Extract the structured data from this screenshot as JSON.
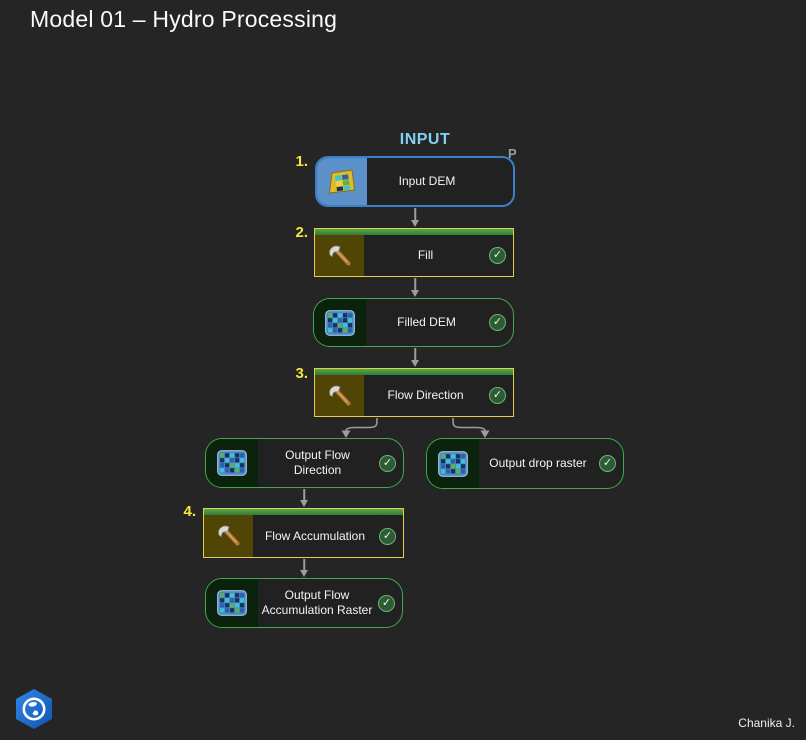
{
  "title": "Model 01 – Hydro Processing",
  "credit": "Chanika J.",
  "heading": {
    "input": "INPUT"
  },
  "badges": {
    "parameter": "P",
    "check_glyph": "✓"
  },
  "steps": {
    "s1": "1.",
    "s2": "2.",
    "s3": "3.",
    "s4": "4."
  },
  "nodes": {
    "input_dem": {
      "label": "Input DEM",
      "kind": "input-variable",
      "icon": "layer-grid-icon",
      "is_parameter": true
    },
    "fill": {
      "label": "Fill",
      "kind": "tool",
      "icon": "hammer-icon",
      "status": "completed"
    },
    "filled_dem": {
      "label": "Filled DEM",
      "kind": "derived-data",
      "icon": "raster-grid-icon",
      "status": "completed"
    },
    "flow_direction": {
      "label": "Flow Direction",
      "kind": "tool",
      "icon": "hammer-icon",
      "status": "completed"
    },
    "output_flow_direction": {
      "label": "Output Flow Direction",
      "kind": "derived-data",
      "icon": "raster-grid-icon",
      "status": "completed"
    },
    "output_drop_raster": {
      "label": "Output drop raster",
      "kind": "derived-data",
      "icon": "raster-grid-icon",
      "status": "completed"
    },
    "flow_accumulation": {
      "label": "Flow Accumulation",
      "kind": "tool",
      "icon": "hammer-icon",
      "status": "completed"
    },
    "output_flow_accumulation_raster": {
      "label": "Output Flow Accumulation Raster",
      "kind": "derived-data",
      "icon": "raster-grid-icon",
      "status": "completed"
    }
  },
  "edges": [
    [
      "input_dem",
      "fill"
    ],
    [
      "fill",
      "filled_dem"
    ],
    [
      "filled_dem",
      "flow_direction"
    ],
    [
      "flow_direction",
      "output_flow_direction"
    ],
    [
      "flow_direction",
      "output_drop_raster"
    ],
    [
      "output_flow_direction",
      "flow_accumulation"
    ],
    [
      "flow_accumulation",
      "output_flow_accumulation_raster"
    ]
  ],
  "colors": {
    "background": "#252525",
    "node_body": "#212121",
    "tool_border": "#e3cf4a",
    "tool_icon_bg": "#514505",
    "tool_strip_green": "#3f8f3f",
    "data_border": "#43a94c",
    "data_icon_bg": "#0b230c",
    "input_border": "#3a80c8",
    "input_icon_bg": "#5b90c8",
    "check_bg": "#2c5c33",
    "check_ring": "#72b077",
    "connector": "#9d9d9d",
    "step_number": "#f3e838",
    "input_heading": "#7fd2f6",
    "logo_blue": "#2a79dd"
  }
}
